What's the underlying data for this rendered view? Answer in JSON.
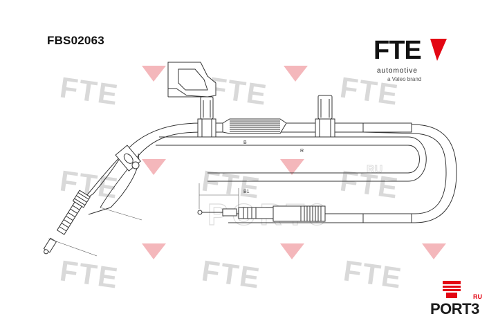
{
  "part_number": "FBS02063",
  "brand": {
    "name": "FTE",
    "tagline": "automotive",
    "subtag": "a Valeo brand",
    "accent_color": "#e30613"
  },
  "watermark": {
    "text": "FTE",
    "port_text": "PORT3",
    "port_suffix": "RU"
  },
  "dimensions": {
    "total_length_label": "R",
    "b_label": "B",
    "b1_label": "B1"
  },
  "site_logo": {
    "name": "PORT3",
    "region": "RU",
    "accent_color": "#e30613"
  }
}
